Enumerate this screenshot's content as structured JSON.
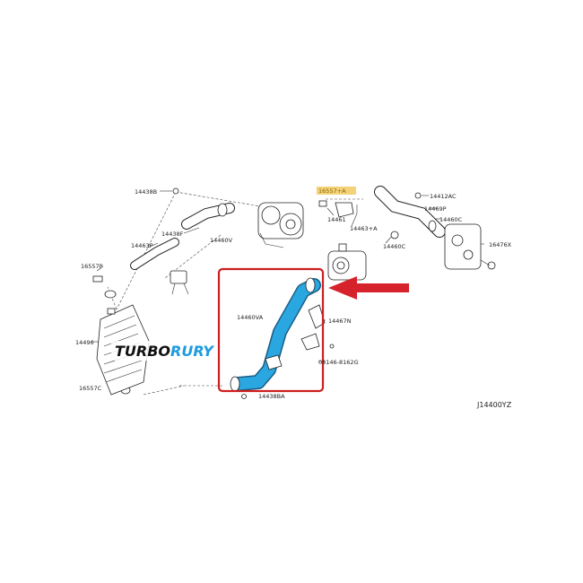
{
  "labels": {
    "p14438B": "14438B",
    "p14438F": "14438F",
    "p14463P": "14463P",
    "p16557P": "16557P",
    "p14460V": "14460V",
    "p16557A": "16557+A",
    "p14461": "14461",
    "p14463A": "14463+A",
    "p14412AC": "14412AC",
    "p14469P": "14469P",
    "p14460C_right": "14460C",
    "p14460C_mid": "14460C",
    "p16476X": "16476X",
    "p14460VA": "14460VA",
    "p14467N": "14467N",
    "p14496": "14496",
    "p16557C": "16557C",
    "bolt": "08146-8162G",
    "p14438BA": "14438BA",
    "diagram_code": "J14400YZ"
  },
  "watermark": {
    "part1": "TURBO",
    "part2": "RURY"
  },
  "colors": {
    "highlight_pipe": "#2aa6e0",
    "highlight_box": "#cc1f1f",
    "arrow": "#d6222b",
    "label_highlight": "#f3d27a",
    "watermark_dark": "#111111",
    "watermark_blue": "#1e9be0"
  }
}
